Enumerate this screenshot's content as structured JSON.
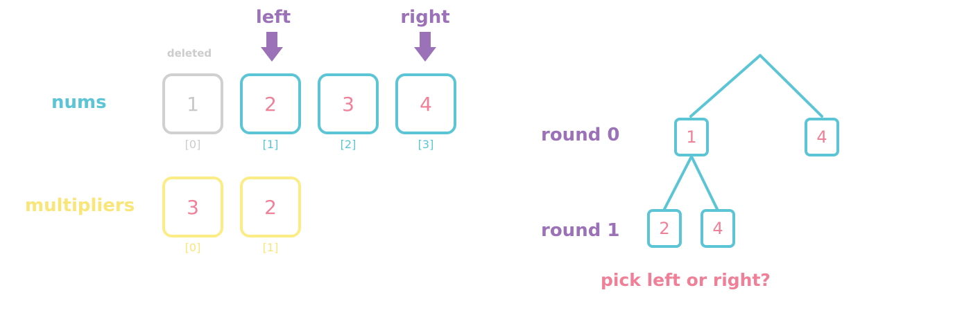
{
  "pointers": {
    "left": "left",
    "right": "right"
  },
  "deleted_label": "deleted",
  "nums": {
    "label": "nums",
    "cells": [
      {
        "value": "1",
        "index": "[0]",
        "state": "deleted"
      },
      {
        "value": "2",
        "index": "[1]",
        "state": "active"
      },
      {
        "value": "3",
        "index": "[2]",
        "state": "active"
      },
      {
        "value": "4",
        "index": "[3]",
        "state": "active"
      }
    ]
  },
  "multipliers": {
    "label": "multipliers",
    "cells": [
      {
        "value": "3",
        "index": "[0]"
      },
      {
        "value": "2",
        "index": "[1]"
      }
    ]
  },
  "tree": {
    "rounds": [
      "round 0",
      "round 1"
    ],
    "round0_nodes": [
      "1",
      "4"
    ],
    "round1_nodes": [
      "2",
      "4"
    ],
    "question": "pick left or right?"
  },
  "colors": {
    "cyan": "#5bc5d5",
    "pink": "#f08098",
    "purple": "#9b72b8",
    "yellow": "#fbec86",
    "gray": "#d0d0d0"
  }
}
